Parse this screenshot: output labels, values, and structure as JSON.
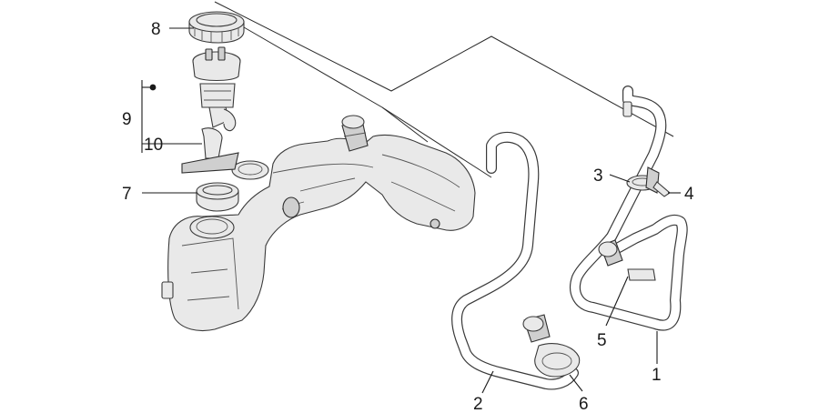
{
  "callouts": {
    "c1": "1",
    "c2": "2",
    "c3": "3",
    "c4": "4",
    "c5": "5",
    "c6": "6",
    "c7": "7",
    "c8": "8",
    "c9": "9",
    "c10": "10"
  },
  "colors": {
    "line": "#1a1a1a",
    "part_fill": "#e9e9e9",
    "background": "#ffffff"
  }
}
